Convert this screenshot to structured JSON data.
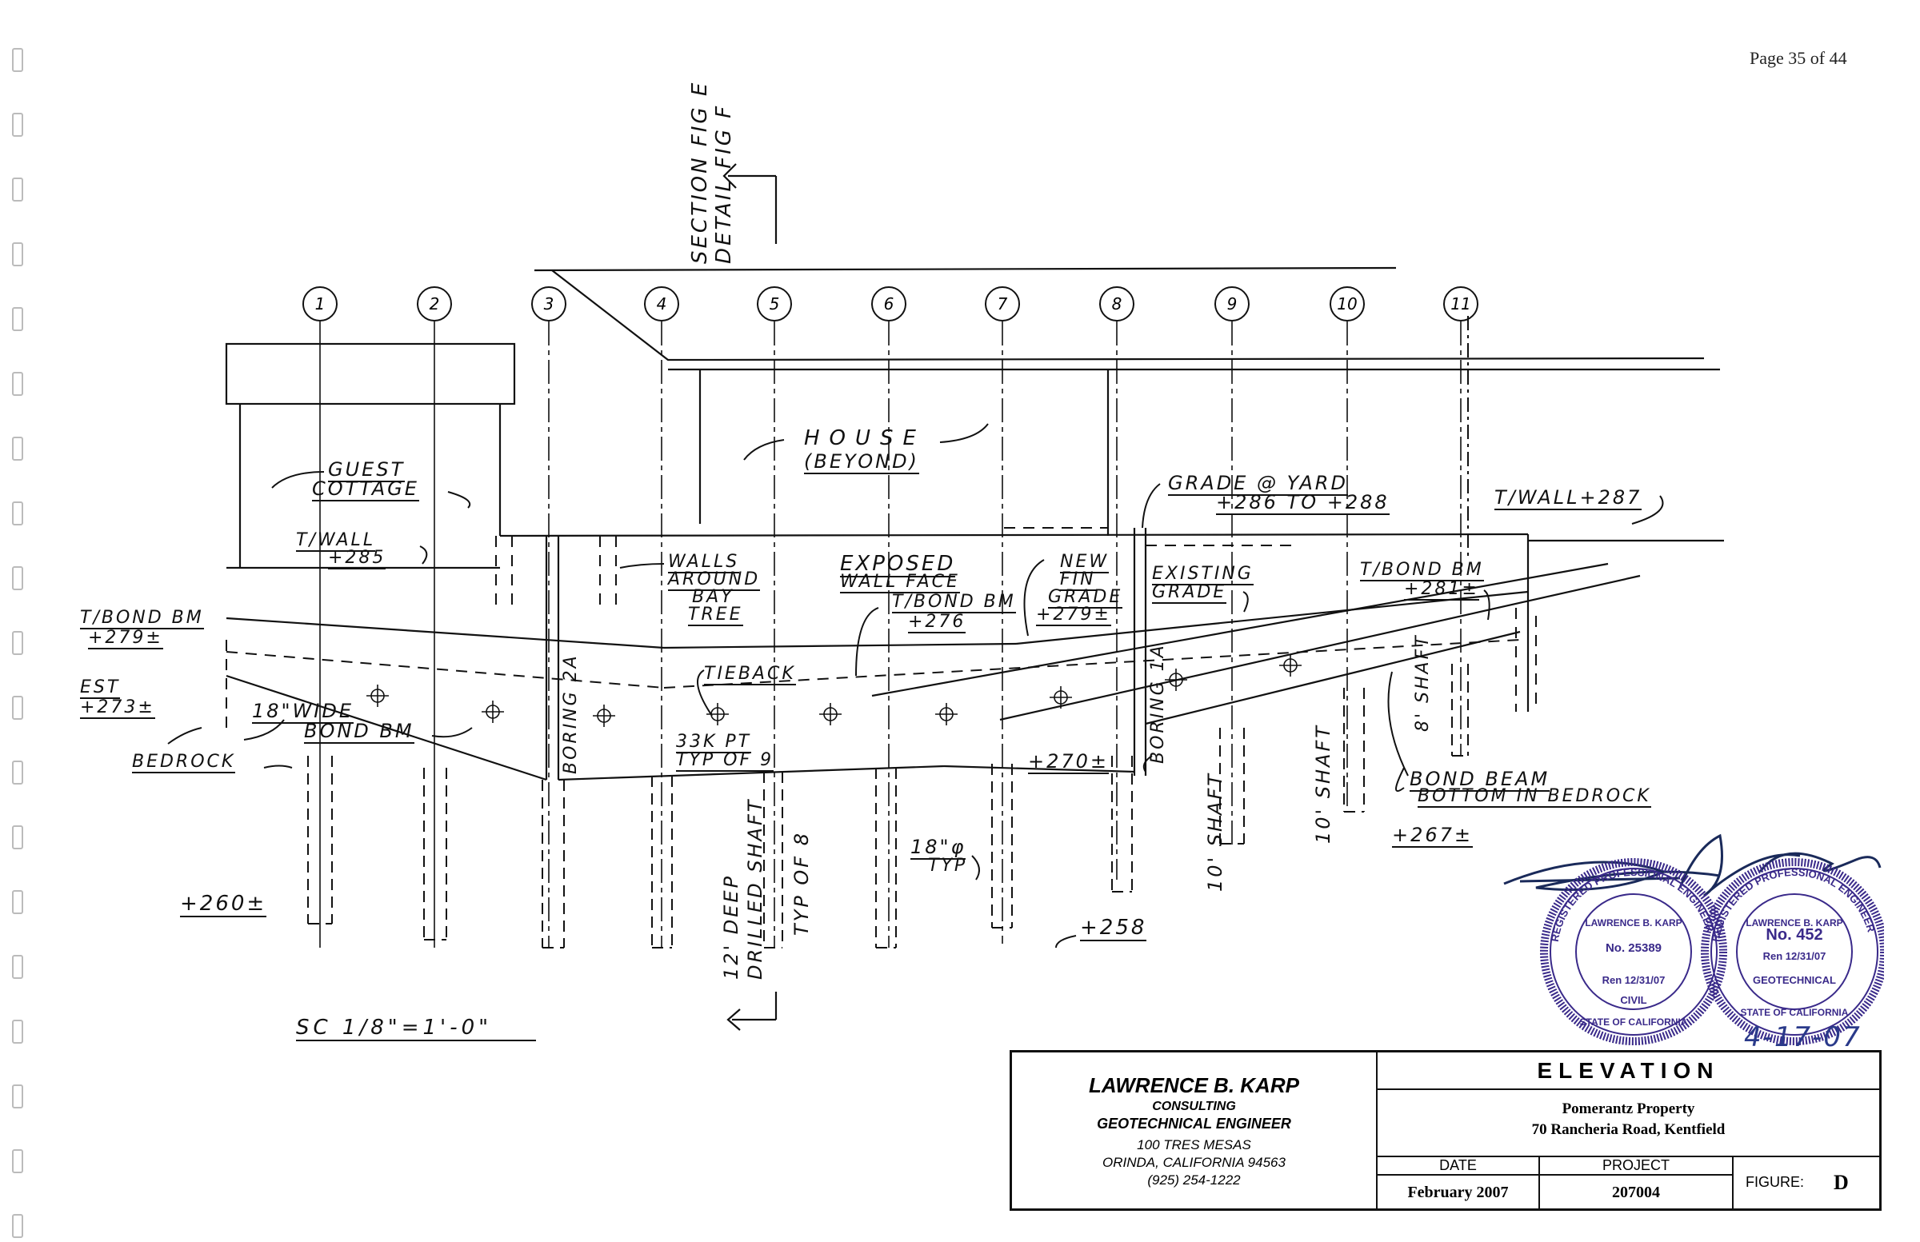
{
  "page": {
    "number_label": "Page 35 of 44"
  },
  "section_marker": {
    "line1": "SECTION FIG E",
    "line2": "DETAIL FIG F"
  },
  "gridlines": [
    "1",
    "2",
    "3",
    "4",
    "5",
    "6",
    "7",
    "8",
    "9",
    "10",
    "11"
  ],
  "labels": {
    "house": "HOUSE",
    "beyond": "(BEYOND)",
    "guest": "GUEST",
    "cottage": "COTTAGE",
    "twall_285_a": "T/WALL",
    "twall_285_b": "+285",
    "grade_yard_a": "GRADE @ YARD",
    "grade_yard_b": "+286 TO +288",
    "twall_287": "T/WALL+287",
    "tbond_279_a": "T/BOND BM",
    "tbond_279_b": "+279±",
    "est_a": "EST",
    "est_b": "+273±",
    "wide_a": "18\"WIDE",
    "wide_b": "BOND BM",
    "bedrock": "BEDROCK",
    "boring_2a": "BORING 2A",
    "walls_a": "WALLS",
    "walls_b": "AROUND",
    "walls_c": "BAY",
    "walls_d": "TREE",
    "exposed_a": "EXPOSED",
    "exposed_b": "WALL FACE",
    "tbond_276_a": "T/BOND BM",
    "tbond_276_b": "+276",
    "new_a": "NEW",
    "new_b": "FIN",
    "new_c": "GRADE",
    "new_d": "+279±",
    "existing_a": "EXISTING",
    "existing_b": "GRADE",
    "tbond_281_a": "T/BOND BM",
    "tbond_281_b": "+281±",
    "tieback": "TIEBACK",
    "pt_a": "33K PT",
    "pt_b": "TYP OF 9",
    "boring_1a": "BORING 1A",
    "el_270": "+270±",
    "shaft_8": "8' SHAFT",
    "shaft_10a": "10' SHAFT",
    "shaft_10b": "10' SHAFT",
    "bond_beam_a": "BOND BEAM",
    "bond_beam_b": "BOTTOM IN BEDROCK",
    "el_267": "+267±",
    "deep_a": "12' DEEP",
    "deep_b": "DRILLED SHAFT",
    "typ_of_8": "TYP OF 8",
    "dia_a": "18\"φ",
    "dia_b": "TYP",
    "el_260": "+260±",
    "el_258": "+258",
    "scale": "SC 1/8\"=1'-0\""
  },
  "stamps": {
    "civil": {
      "ring": "REGISTERED PROFESSIONAL ENGINEER",
      "name": "LAWRENCE B. KARP",
      "no": "No. 25389",
      "ren": "Ren 12/31/07",
      "type": "CIVIL",
      "state": "STATE OF CALIFORNIA"
    },
    "geo": {
      "ring": "REGISTERED PROFESSIONAL ENGINEER",
      "name": "LAWRENCE B. KARP",
      "no": "No. 452",
      "ren": "Ren 12/31/07",
      "type": "GEOTECHNICAL",
      "state": "STATE OF CALIFORNIA"
    },
    "date_handwritten": "4-17-07"
  },
  "title_block": {
    "firm_name": "LAWRENCE B. KARP",
    "firm_line2": "CONSULTING",
    "firm_line3": "GEOTECHNICAL ENGINEER",
    "address1": "100 TRES MESAS",
    "address2": "ORINDA, CALIFORNIA 94563",
    "phone": "(925) 254-1222",
    "drawing_title": "ELEVATION",
    "project_name": "Pomerantz Property",
    "project_address": "70 Rancheria Road, Kentfield",
    "date_label": "DATE",
    "project_label": "PROJECT",
    "date_value": "February 2007",
    "project_value": "207004",
    "figure_label": "FIGURE:",
    "figure_value": "D"
  }
}
